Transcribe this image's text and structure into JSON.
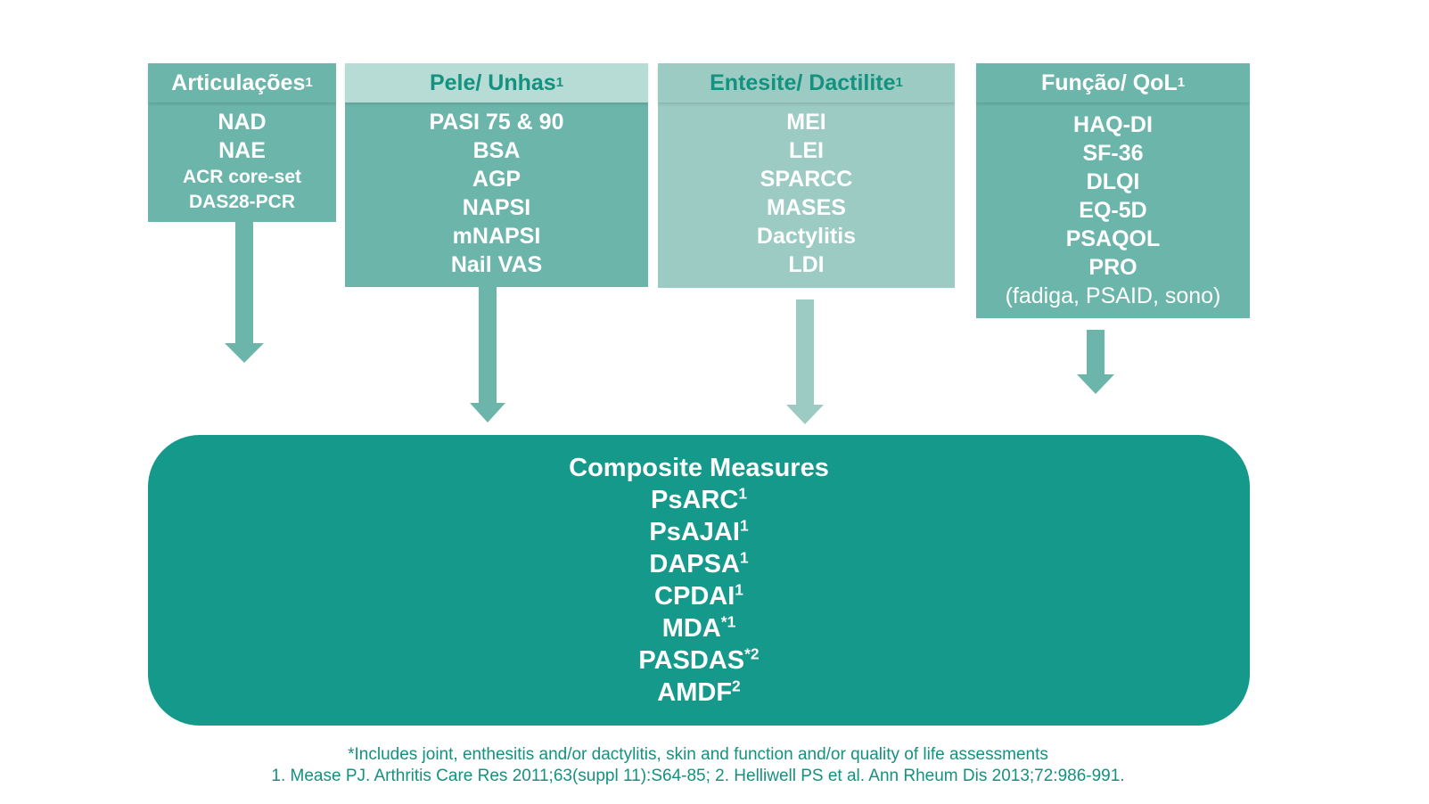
{
  "columns": [
    {
      "header": "Articulações",
      "header_sup": "1",
      "items": [
        "NAD",
        "NAE",
        "ACR core-set",
        "DAS28-PCR"
      ]
    },
    {
      "header": "Pele/ Unhas",
      "header_sup": "1",
      "items": [
        "PASI 75 & 90",
        "BSA",
        "AGP",
        "NAPSI",
        "mNAPSI",
        "Nail VAS"
      ]
    },
    {
      "header": "Entesite/ Dactilite",
      "header_sup": "1",
      "items": [
        "MEI",
        "LEI",
        "SPARCC",
        "MASES",
        "Dactylitis",
        "LDI"
      ]
    },
    {
      "header": "Função/ QoL",
      "header_sup": "1",
      "items": [
        "HAQ-DI",
        "SF-36",
        "DLQI",
        "EQ-5D",
        "PSAQOL",
        "PRO",
        "(fadiga, PSAID, sono)"
      ]
    }
  ],
  "composite": {
    "title": "Composite Measures",
    "measures": [
      {
        "name": "PsARC",
        "sup": "1"
      },
      {
        "name": "PsAJAI",
        "sup": "1"
      },
      {
        "name": "DAPSA",
        "sup": "1"
      },
      {
        "name": "CPDAI",
        "sup": "1"
      },
      {
        "name": "MDA",
        "sup": "*1"
      },
      {
        "name": "PASDAS",
        "sup": "*2"
      },
      {
        "name": "AMDF",
        "sup": "2"
      }
    ]
  },
  "footnotes": {
    "note": "*Includes joint, enthesitis and/or dactylitis, skin and function and/or quality of life assessments",
    "refs": "1. Mease PJ. Arthritis Care Res 2011;63(suppl 11):S64-85; 2. Helliwell PS et al. Ann Rheum Dis 2013;72:986-991."
  },
  "colors": {
    "medium_teal": "#6cb5aa",
    "light_teal": "#b6dcd5",
    "pale_teal": "#9ccbc3",
    "dark_teal": "#14998a",
    "text_teal": "#14917f"
  }
}
